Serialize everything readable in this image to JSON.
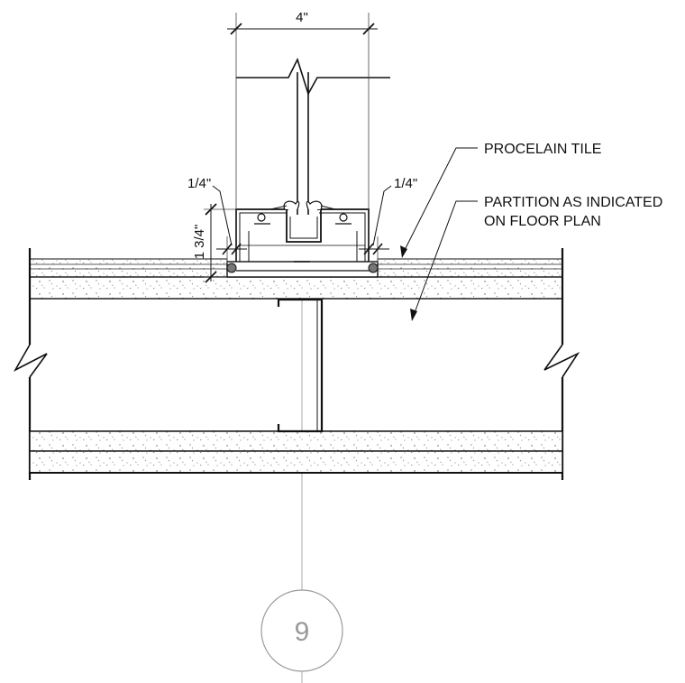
{
  "dimensions": {
    "width_label": "4\"",
    "left_gap_label": "1/4\"",
    "right_gap_label": "1/4\"",
    "height_label": "1 3/4\""
  },
  "notes": {
    "tile": "PROCELAIN TILE",
    "partition_line1": "PARTITION AS INDICATED",
    "partition_line2": "ON FLOOR PLAN"
  },
  "detail_tag": "9",
  "colors": {
    "line": "#111111",
    "centerline": "#aaaaaa",
    "tag": "#9a9a9a",
    "sealant": "#777777"
  }
}
